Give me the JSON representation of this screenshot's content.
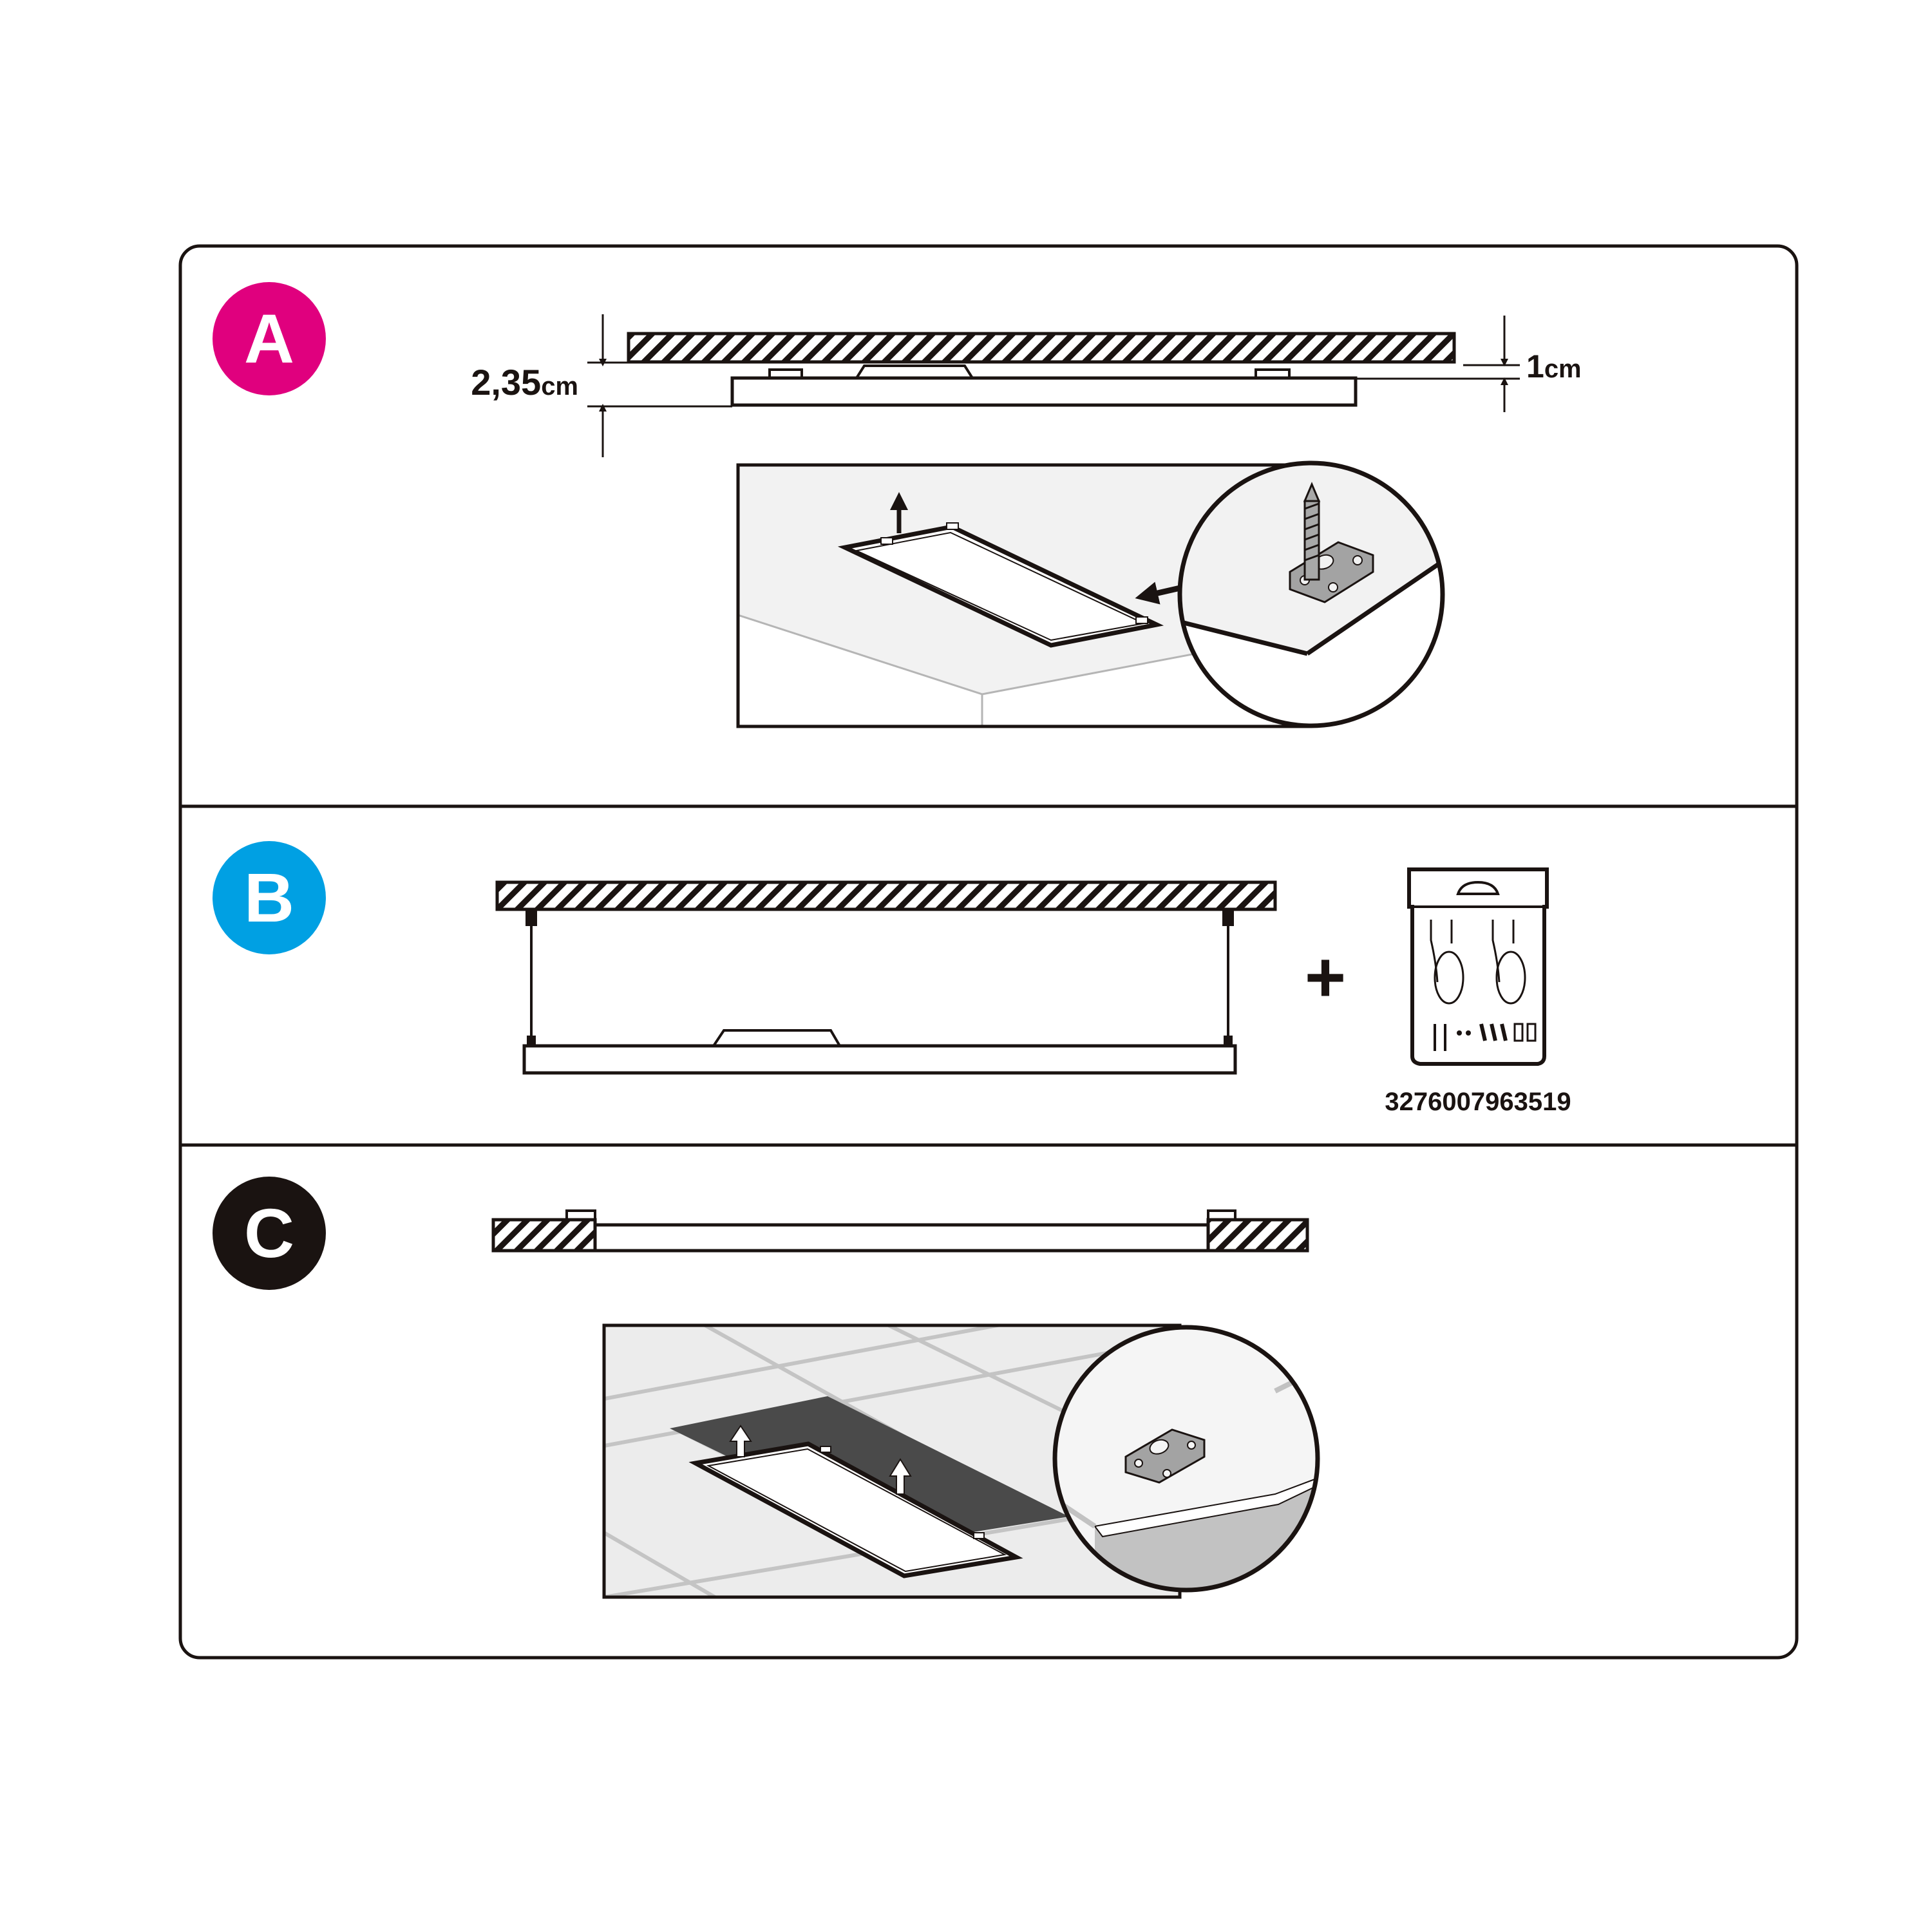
{
  "colors": {
    "badge_a": "#e0007e",
    "badge_b": "#00a0e3",
    "badge_c": "#1a1311",
    "line": "#1a1311",
    "dark_ceiling": "#4a4a4a",
    "light_ceiling": "#ececec"
  },
  "steps": [
    {
      "letter": "A",
      "dimensions": {
        "depth_label": "2,35",
        "depth_unit": "cm",
        "gap_label": "1",
        "gap_unit": "cm"
      },
      "scene_icon": "surface-mount-ceiling-illustration",
      "zoom_icon": "screw-bracket-icon"
    },
    {
      "letter": "B",
      "plus": "+",
      "kit_barcode": "3276007963519",
      "kit_icon": "suspension-kit-package-icon"
    },
    {
      "letter": "C",
      "scene_icon": "grid-ceiling-recessed-illustration",
      "zoom_icon": "bracket-icon"
    }
  ]
}
